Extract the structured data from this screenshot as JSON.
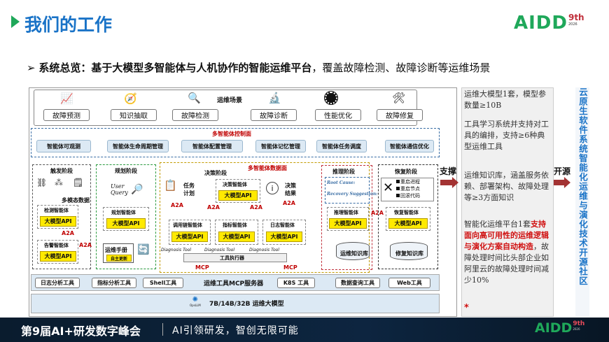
{
  "header": {
    "title": "我们的工作",
    "logo_text": "AIDD",
    "logo_th": "9th",
    "logo_year": "2026"
  },
  "subtitle": {
    "bold": "系统总览：基于大模型多智能体与人机协作的智能运维平台",
    "rest": "，覆盖故障检测、故障诊断等运维场景"
  },
  "scenarios": {
    "label": "运维场景",
    "items": [
      "故障预测",
      "知识抽取",
      "故障检测",
      "故障诊断",
      "性能优化",
      "故障修复"
    ]
  },
  "control": {
    "label": "多智能体控制面",
    "items": [
      "智能体可观测",
      "智能体生命周期管理",
      "智能体配置管理",
      "智能体记忆管理",
      "智能体任务调度",
      "智能体通信优化"
    ]
  },
  "data_plane": {
    "label": "多智能体数据面"
  },
  "trigger": {
    "label": "触发阶段",
    "multimodal": "多模态数据",
    "detect": "检测智能体",
    "alert": "告警智能体",
    "api": "大模型API",
    "a2a": "A2A"
  },
  "plan": {
    "label": "规划阶段",
    "user_query": "User Query",
    "planner": "规划智能体",
    "api": "大模型API",
    "manual": "运维手册",
    "auto_update": "自主更新"
  },
  "decision": {
    "label": "决策阶段",
    "task_plan": "任务计划",
    "decider": "决策智能体",
    "api": "大模型API",
    "result": "决策结果",
    "a2a": "A2A",
    "agents": [
      "调用链智能体",
      "指标智能体",
      "日志智能体"
    ],
    "diag_tool": "Diagnosis Tool",
    "executor": "工具执行器",
    "mcp": "MCP"
  },
  "reason": {
    "label": "推理阶段",
    "root_cause": "Root Cause:",
    "recovery": "Recovery Suggestion:",
    "agent": "推理智能体",
    "api": "大模型API",
    "kb": "运维知识库",
    "a2a": "A2A"
  },
  "recover": {
    "label": "恢复阶段",
    "actions": [
      "重启进程",
      "重启节点",
      "回滚代码"
    ],
    "agent": "恢复智能体",
    "api": "大模型API",
    "kb": "修复知识库"
  },
  "tools": {
    "items": [
      "日志分析工具",
      "指标分析工具",
      "Shell工具"
    ],
    "server": "运维工具MCP服务器",
    "items2": [
      "K8S 工具",
      "数据查询工具",
      "Web工具"
    ]
  },
  "model": {
    "label": "7B/14B/32B 运维大模型",
    "brand": "OpsLLM"
  },
  "arrows": {
    "support": "支撑",
    "open": "开源"
  },
  "right_text": {
    "p1": "运维大模型1套，模型参数量≥10B",
    "p2": "工具学习系统并支持对工具的编排，支持≥6种典型运维工具",
    "p3": "运维知识库，涵盖服务依赖、部署架构、故障处理等≥3方面知识",
    "p4a": "智能化运维平台1套",
    "p4b": "支持面向高可用性的运维逻辑与演化方案自动构造",
    "p4c": "，故障处理时间比头部企业如阿里云的故障处理时间减少10%",
    "star": "*"
  },
  "vertical": "云原生软件系统智能化运维与演化技术开源社区",
  "footer": {
    "conf": "第9届AI+研发数字峰会",
    "slogan": "AI引领研发，智创无限可能",
    "logo_text": "AIDD",
    "logo_th": "9th",
    "logo_year": "2026"
  },
  "colors": {
    "accent_green": "#1fa85a",
    "title_blue": "#1a73c7",
    "arrow_red": "#a33333",
    "footer_bg": "#0a1c2e",
    "yellow": "#ffea00"
  }
}
